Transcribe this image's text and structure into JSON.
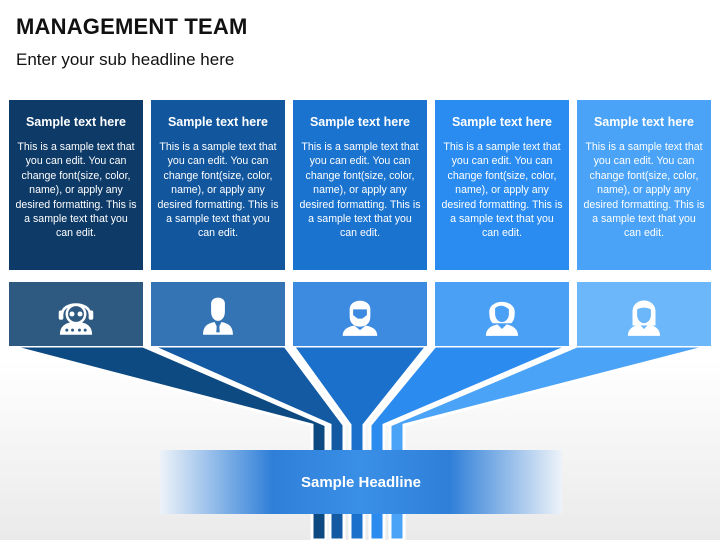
{
  "title": "MANAGEMENT TEAM",
  "subtitle": "Enter your sub headline here",
  "columns": [
    {
      "heading": "Sample text here",
      "body": "This is a sample text that you can edit. You can change font(size, color, name), or apply any desired formatting. This is a sample text that you can edit.",
      "icon": "woman-headset-icon",
      "color": "#0d3a66",
      "avatar_bg": "#2e5a82",
      "stream": "#0e4a82"
    },
    {
      "heading": "Sample text here",
      "body": "This is a sample text that you can edit. You can change font(size, color, name), or apply any desired formatting. This is a sample text that you can edit.",
      "icon": "man-suit-icon",
      "color": "#12579e",
      "avatar_bg": "#3473b4",
      "stream": "#135aa3"
    },
    {
      "heading": "Sample text here",
      "body": "This is a sample text that you can edit. You can change font(size, color, name), or apply any desired formatting. This is a sample text that you can edit.",
      "icon": "man-beard-icon",
      "color": "#1a73cf",
      "avatar_bg": "#3d8be0",
      "stream": "#1b70cc"
    },
    {
      "heading": "Sample text here",
      "body": "This is a sample text that you can edit. You can change font(size, color, name), or apply any desired formatting. This is a sample text that you can edit.",
      "icon": "woman-short-hair-icon",
      "color": "#2a8cf0",
      "avatar_bg": "#4aa0f4",
      "stream": "#2b8bee"
    },
    {
      "heading": "Sample text here",
      "body": "This is a sample text that you can edit. You can change font(size, color, name), or apply any desired formatting. This is a sample text that you can edit.",
      "icon": "woman-long-hair-icon",
      "color": "#4aa3f7",
      "avatar_bg": "#6bb7fa",
      "stream": "#4aa3f7"
    }
  ],
  "headline": "Sample Headline",
  "colors": {
    "background": "#ffffff",
    "panel_gradient_top": "#f2f2f2"
  }
}
